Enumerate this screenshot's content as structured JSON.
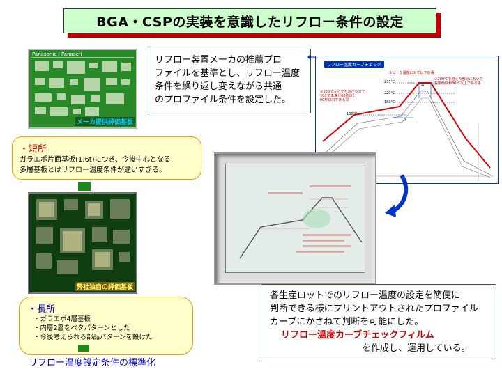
{
  "title": "BGA・CSPの実装を意識したリフロー条件の設定",
  "top_note": "リフロー装置メーカの推薦プロ\nファイルを基準とし、リフロー温度\n条件を繰り返し変えながら共通\nのプロファイル条件を設定した。",
  "board1": {
    "header": "Panasonic / Panaseri",
    "caption": "メーカ提供評価基板"
  },
  "short": {
    "heading": "・短所",
    "body": "ガラエポ片面基板(1.6t)につき、今後中心となる\n多層基板とはリフロー温度条件が違いすぎる。"
  },
  "board2": {
    "caption": "弊社独自の評価基板"
  },
  "long": {
    "heading": "・長所",
    "items": "・ガラエポ4層基板\n・内層2層をベタパターンとした\n・今後考えられる部品パターンを設けた"
  },
  "standard_label": "リフロー温度設定条件の標準化",
  "chart": {
    "tab": "リフロー温度カーブチェック",
    "header_note": "①ピーク温度230℃以下の事",
    "temp_labels": [
      "235℃",
      "220℃",
      "180℃",
      "150℃"
    ],
    "left_note": "②150℃から立ちあがりまで\n180℃未満が60秒以上\n90秒以内である事",
    "right_note": "③200℃を越えた部分において\n左側傾斜が80℃以上である事",
    "peak_marker": "B",
    "time_marker": "A"
  },
  "bottom_note": {
    "line1": "各生産ロットでのリフロー温度の設定を簡便に",
    "line2": "判断できる様にプリントアウトされたプロファイル",
    "line3": "カーブにかさねて判断を可能にした。",
    "highlight": "リフロー温度カーブチェックフィルム",
    "line5": "を作成し、運用している。"
  },
  "colors": {
    "title_bg": "#ccffcc",
    "title_shadow": "#c00000",
    "callout_bg": "#ffffcc",
    "callout_border": "#ff9900",
    "profile_line": "#dd0000",
    "accent_blue": "#0033cc"
  }
}
